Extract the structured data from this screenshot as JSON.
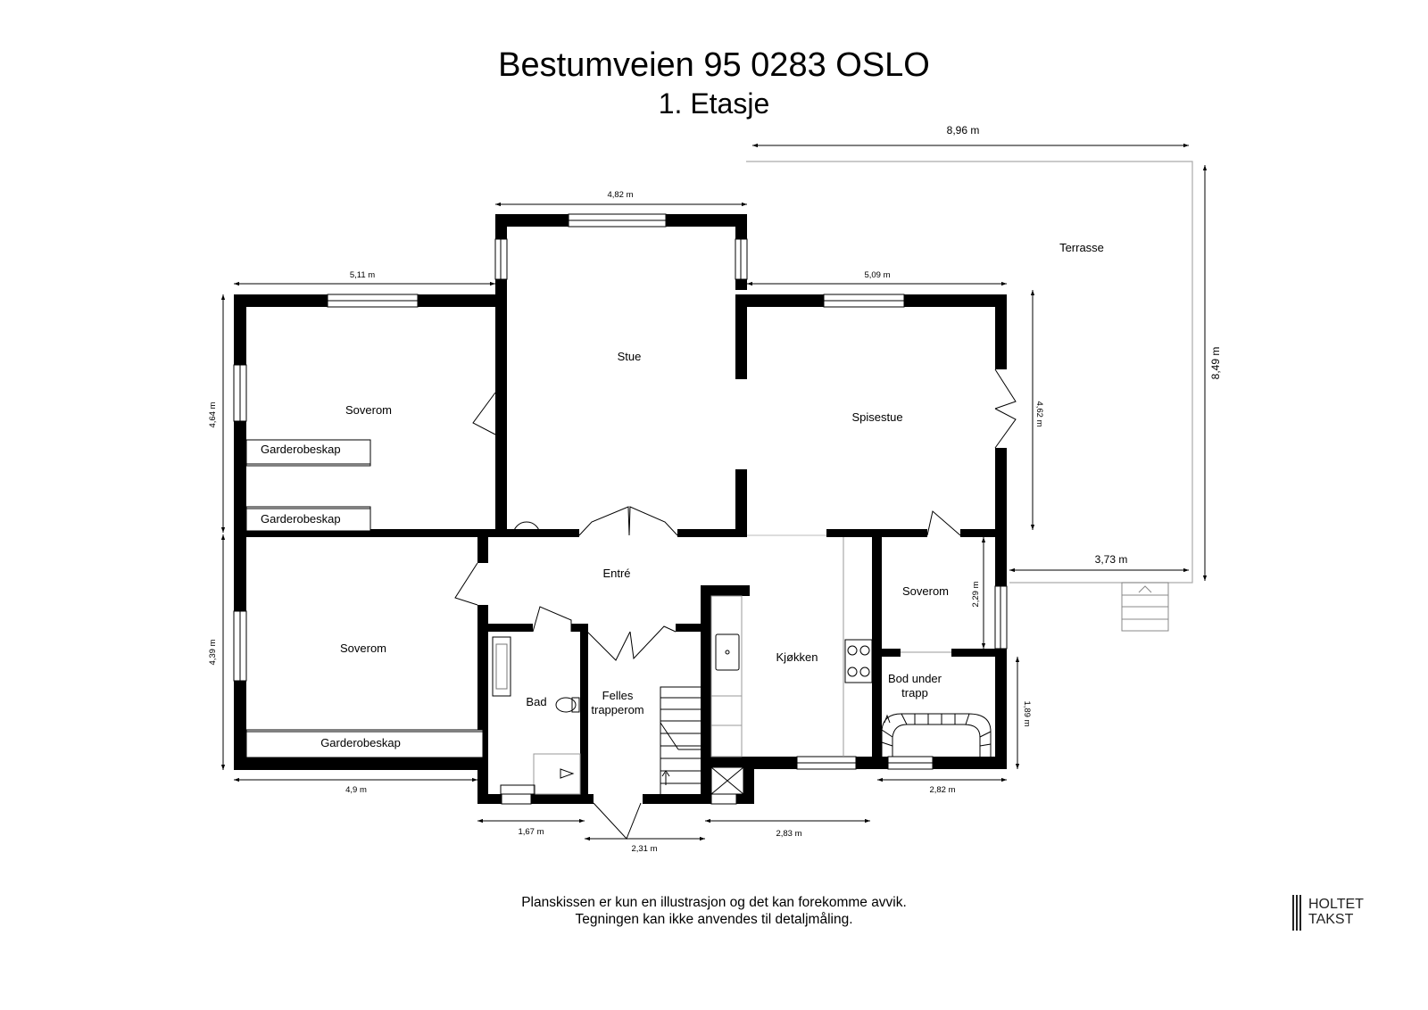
{
  "header": {
    "title": "Bestumveien 95 0283 OSLO",
    "floor": "1. Etasje"
  },
  "rooms": {
    "stue": "Stue",
    "soverom_nw": "Soverom",
    "garderobe_1": "Garderobeskap",
    "garderobe_2": "Garderobeskap",
    "spisestue": "Spisestue",
    "terrasse": "Terrasse",
    "entre": "Entré",
    "soverom_sw": "Soverom",
    "garderobe_3": "Garderobeskap",
    "bad": "Bad",
    "felles_1": "Felles",
    "felles_2": "trapperom",
    "kjokken": "Kjøkken",
    "soverom_e": "Soverom",
    "bod_1": "Bod under",
    "bod_2": "trapp"
  },
  "dimensions": {
    "d896": "8,96 m",
    "d482": "4,82 m",
    "d511": "5,11 m",
    "d509": "5,09 m",
    "d849": "8,49 m",
    "d464": "4,64 m",
    "d462": "4,62 m",
    "d373": "3,73 m",
    "d229": "2,29 m",
    "d439": "4,39 m",
    "d189": "1,89 m",
    "d49": "4,9 m",
    "d282": "2,82 m",
    "d167": "1,67 m",
    "d231": "2,31 m",
    "d283": "2,83 m"
  },
  "footer": {
    "line1": "Planskissen er kun en illustrasjon og det kan forekomme avvik.",
    "line2": "Tegningen kan ikke anvendes til detaljmåling."
  },
  "logo": {
    "line1": "HOLTET",
    "line2": "TAKST"
  }
}
